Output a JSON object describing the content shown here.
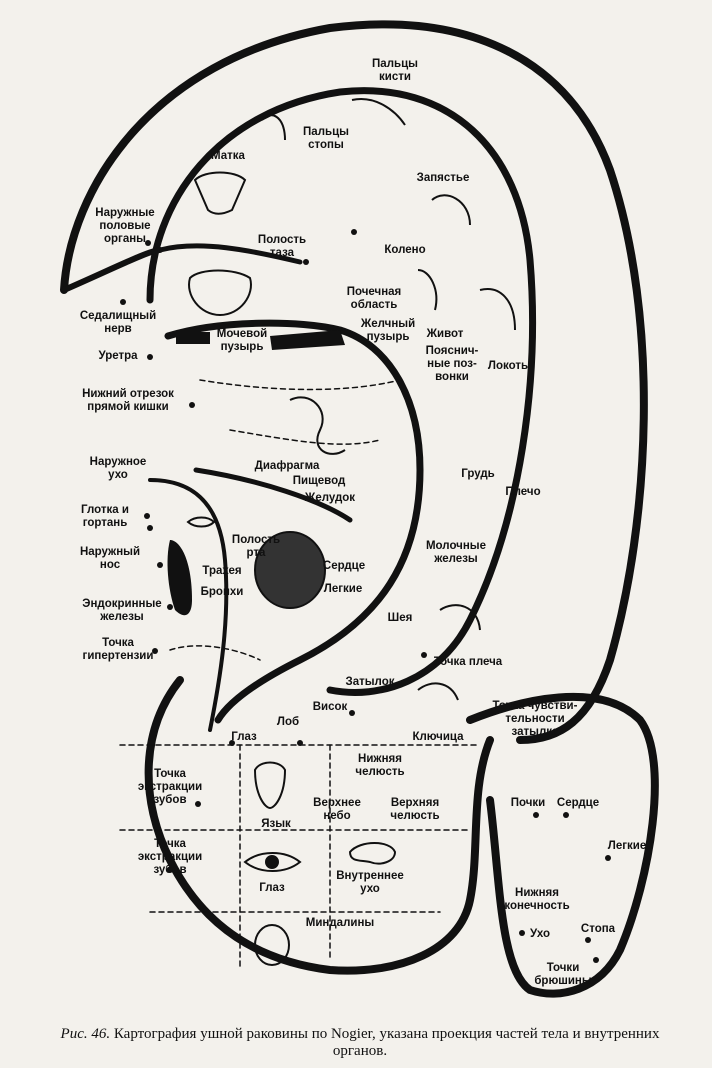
{
  "caption": {
    "fig": "Рис. 46.",
    "text": "Картография ушной раковины по Nogier, указана проекция частей тела и внутренних органов."
  },
  "labels": {
    "paltsy_kisti": "Пальцы\nкисти",
    "paltsy_stopy": "Пальцы\nстопы",
    "matka": "Матка",
    "zapyastye": "Запястье",
    "naruzhnye_organy": "Наружные\nполовые\nорганы",
    "polost_taza": "Полость\nтаза",
    "koleno": "Колено",
    "sedalishchny": "Седалищный\nнерв",
    "pochechnaya": "Почечная\nобласть",
    "zhelchny": "Желчный\nпузырь",
    "zhivot": "Живот",
    "mochevoy": "Мочевой\nпузырь",
    "uretra": "Уретра",
    "poyasnichnye": "Пояснич-\nные поз-\nвонки",
    "lokot": "Локоть",
    "nizhny_otrezok": "Нижний отрезок\nпрямой кишки",
    "naruzhnoe_ukho": "Наружное\nухо",
    "diafragma": "Диафрагма",
    "pishchevod": "Пищевод",
    "zheludok": "Желудок",
    "grud": "Грудь",
    "plecho": "Плечо",
    "glotka": "Глотка и\nгортань",
    "polost_rta": "Полость\nрта",
    "trakheya": "Трахея",
    "bronkhi": "Бронхи",
    "serdtse1": "Сердце",
    "legkie1": "Легкие",
    "molochnye": "Молочные\nжелезы",
    "naruzhny_nos": "Наружный\nнос",
    "endokrinnye": "Эндокринные\nжелезы",
    "sheya": "Шея",
    "gipertenziya": "Точка\nгипертензии",
    "tochka_plecha": "Точка плеча",
    "zatylok": "Затылок",
    "visok": "Висок",
    "lob": "Лоб",
    "glaz1": "Глаз",
    "klyuchitsa": "Ключица",
    "tochka_chuvstv": "Точка чувстви-\nтельности\nзатылка",
    "nizhnyaya_chelyust": "Нижняя\nчелюсть",
    "ekstraktsii1": "Точка\nэкстракции\nзубов",
    "verkhnee_nebo": "Верхнее\nнебо",
    "verkhnyaya_chelyust": "Верхняя\nчелюсть",
    "yazyk": "Язык",
    "pochki": "Почки",
    "serdtse2": "Сердце",
    "ekstraktsii2": "Точка\nэкстракции\nзубов",
    "vnutrennee_ukho": "Внутреннее\nухо",
    "glaz2": "Глаз",
    "legkie2": "Легкие",
    "nizhnyaya_konechnost": "Нижняя\nконечность",
    "mindaliny": "Миндалины",
    "stopa": "Стопа",
    "ukho": "Ухо",
    "tochki_bryushiny": "Точки\nбрюшины"
  }
}
